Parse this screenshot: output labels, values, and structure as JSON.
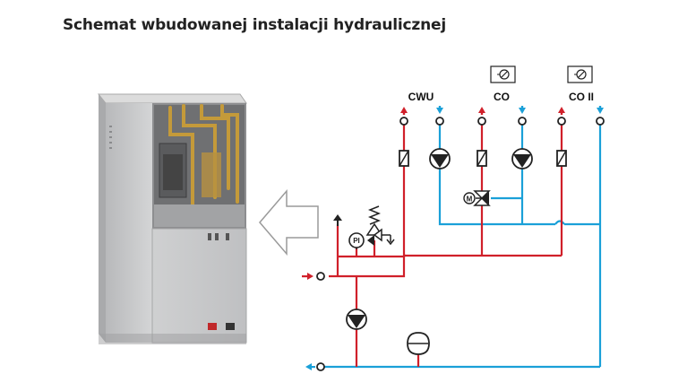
{
  "title": "Schemat wbudowanej instalacji hydraulicznej",
  "circuits": [
    {
      "label": "CWU"
    },
    {
      "label": "CO"
    },
    {
      "label": "CO II"
    }
  ],
  "pressure_gauge_label": "PI",
  "motor_label": "M",
  "colors": {
    "supply": "#d0202a",
    "return": "#1aa0d8",
    "line": "#222222",
    "unit_body": "#c9cacb"
  },
  "icons": [
    "heat-pump-unit-image",
    "arrow-left-icon",
    "room-thermostat-icon",
    "pump-icon",
    "check-valve-icon",
    "three-way-valve-icon",
    "safety-valve-icon",
    "pressure-gauge-icon",
    "expansion-vessel-icon",
    "air-vent-icon"
  ]
}
